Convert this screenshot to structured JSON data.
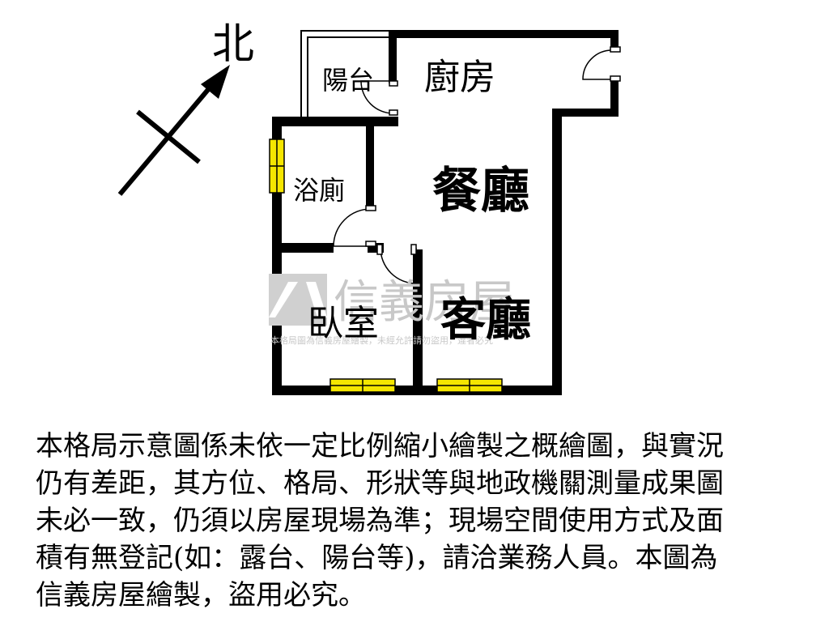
{
  "compass": {
    "label": "北"
  },
  "rooms": {
    "balcony": "陽台",
    "kitchen": "廚房",
    "dining": "餐廳",
    "bathroom": "浴廁",
    "bedroom": "臥室",
    "living": "客廳"
  },
  "watermark": {
    "brand": "信義房屋",
    "notice": "本格局圖為信義房屋繪製，未經允許請勿盜用，違者必究"
  },
  "disclaimer": {
    "lines": [
      "本格局示意圖係未依一定比例縮小繪製之概繪圖，與實況",
      "仍有差距，其方位、格局、形狀等與地政機關測量成果圖",
      "未必一致，仍須以房屋現場為準；現場空間使用方式及面",
      "積有無登記(如：露台、陽台等)，請洽業務人員。本圖為",
      "信義房屋繪製，盜用必究。"
    ]
  },
  "colors": {
    "wall": "#000000",
    "window": "#f5e600",
    "watermark": "#c8c8c8"
  }
}
